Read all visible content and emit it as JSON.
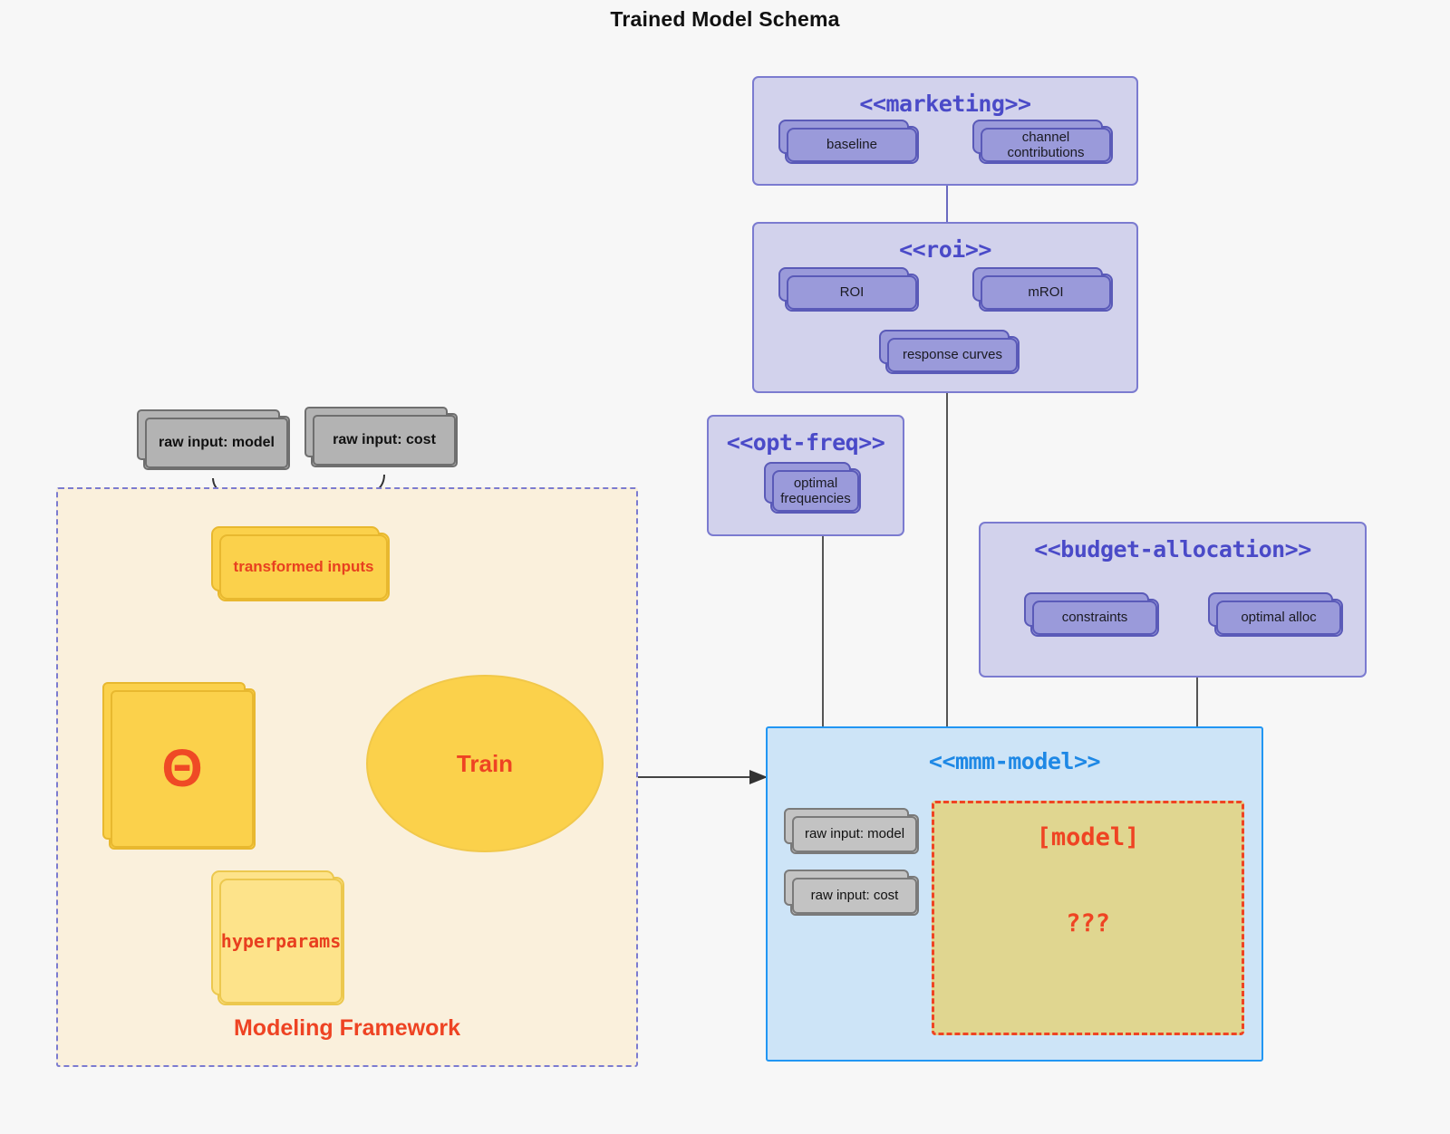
{
  "title": "Trained Model Schema",
  "colors": {
    "background": "#f7f7f7",
    "package_fill": "#d2d2ec",
    "package_border": "#7b7bd0",
    "package_title": "#4a4ac8",
    "card_blue": "#9a9ada",
    "card_gray": "#b3b3b3",
    "card_yellow": "#fbd14b",
    "accent_red": "#ee4323",
    "mmm_fill": "#cde4f7",
    "mmm_border": "#2196f3",
    "mmm_title": "#1e88e5",
    "framework_fill": "#faf0dc",
    "model_slot_fill": "#e0d690"
  },
  "packages": {
    "marketing": {
      "name": "<<marketing>>",
      "cards": [
        {
          "label": "baseline"
        },
        {
          "label": "channel contributions"
        }
      ],
      "relation": "bidirectional"
    },
    "roi": {
      "name": "<<roi>>",
      "cards": [
        {
          "label": "ROI"
        },
        {
          "label": "mROI"
        },
        {
          "label": "response curves"
        }
      ],
      "relation": "bidirectional"
    },
    "opt_freq": {
      "name": "<<opt-freq>>",
      "cards": [
        {
          "label": "optimal\nfrequencies",
          "line1": "optimal",
          "line2": "frequencies"
        }
      ]
    },
    "budget_allocation": {
      "name": "<<budget-allocation>>",
      "cards": [
        {
          "label": "constraints"
        },
        {
          "label": "optimal alloc"
        }
      ],
      "relation": "bidirectional"
    },
    "mmm_model": {
      "name": "<<mmm-model>>",
      "cards": [
        {
          "label": "raw input: model"
        },
        {
          "label": "raw input: cost"
        }
      ],
      "model_slot": {
        "title": "[model]",
        "placeholder": "???"
      }
    }
  },
  "framework": {
    "label": "Modeling Framework",
    "raw_inputs": [
      {
        "label": "raw input: model"
      },
      {
        "label": "raw input: cost"
      }
    ],
    "transformed_inputs": {
      "label": "transformed inputs"
    },
    "theta": {
      "label": "Θ"
    },
    "hyperparams": {
      "label": "hyperparams"
    },
    "train": {
      "label": "Train"
    }
  },
  "edges": [
    {
      "from": "raw input: model",
      "to": "transformed inputs",
      "style": "solid-arrow"
    },
    {
      "from": "raw input: cost",
      "to": "transformed inputs",
      "style": "solid-arrow"
    },
    {
      "from": "transformed inputs",
      "to": "Train",
      "style": "red-curve-arrow"
    },
    {
      "from": "Θ",
      "to": "Train",
      "style": "red-arrow"
    },
    {
      "from": "hyperparams",
      "to": "Train",
      "style": "red-curve-arrow"
    },
    {
      "from": "Modeling Framework",
      "to": "<<mmm-model>>",
      "style": "solid-arrow"
    },
    {
      "from": "<<marketing>>",
      "to": "<<roi>>",
      "style": "line"
    },
    {
      "from": "<<roi>>",
      "to": "<<mmm-model>>",
      "style": "line"
    },
    {
      "from": "<<opt-freq>>",
      "to": "<<mmm-model>>",
      "style": "line"
    },
    {
      "from": "<<budget-allocation>>",
      "to": "<<mmm-model>>",
      "style": "line"
    }
  ]
}
